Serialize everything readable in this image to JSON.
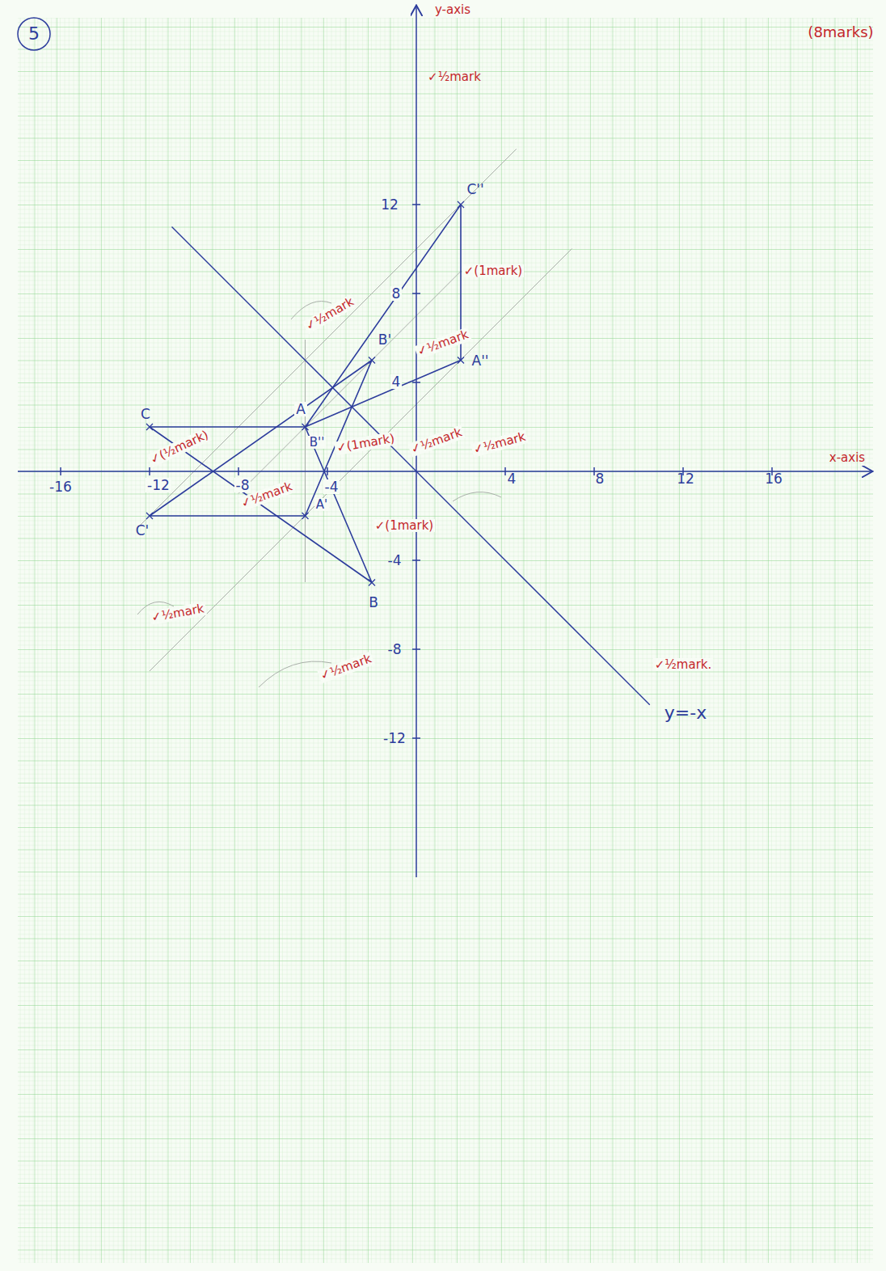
{
  "diagram": {
    "labels": [
      "5",
      "(8marks)",
      "y-axis",
      "x-axis",
      "12",
      "8",
      "4",
      "-4",
      "-8",
      "-12",
      "-16",
      "-12",
      "-8",
      "-4",
      "4",
      "8",
      "12",
      "16",
      "C''",
      "A''",
      "B'",
      "A",
      "B''",
      "C",
      "B",
      "A'",
      "C'",
      "y=-x",
      "✓½mark",
      "✓(1mark)",
      "✓½mark",
      "✓½mark",
      "✓(½mark)",
      "✓½mark",
      "✓(1mark)",
      "✓½mark",
      "✓½mark",
      "✓(1mark)",
      "✓½mark",
      "✓½mark",
      "✓½mark."
    ]
  }
}
